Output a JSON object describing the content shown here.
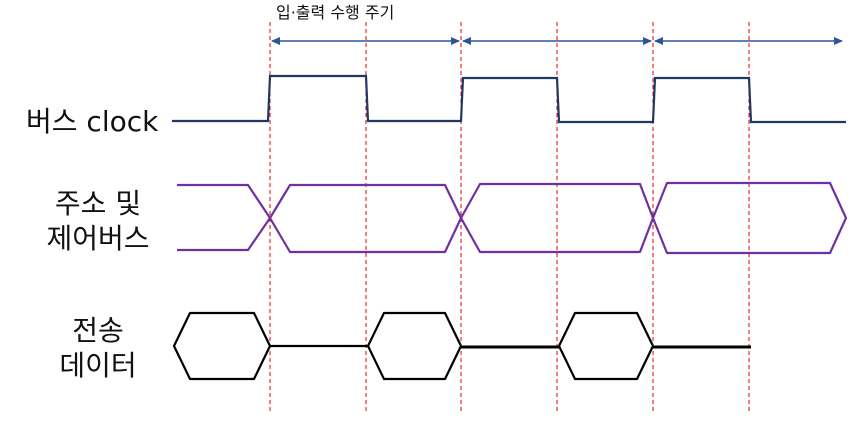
{
  "diagram": {
    "period_label": "입·출력 수행 주기",
    "labels": {
      "bus_clock": "버스 clock",
      "addr_line1": "주소 및",
      "addr_line2": "제어버스",
      "data_line1": "전송",
      "data_line2": "데이터"
    },
    "colors": {
      "clock": "#1f3864",
      "address_control": "#7030a0",
      "data": "#000000",
      "guide": "#e60000",
      "period_arrow": "#2f5597"
    }
  }
}
